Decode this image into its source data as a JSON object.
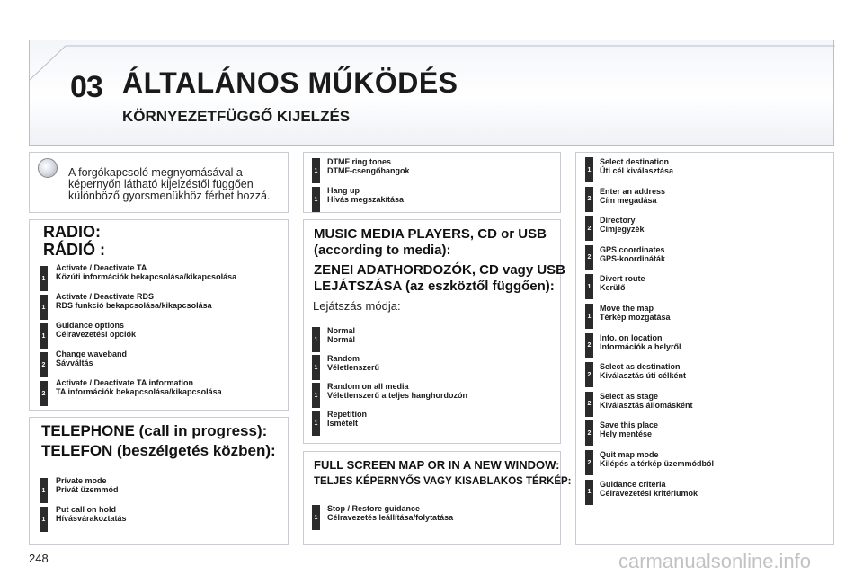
{
  "page": {
    "number": "248",
    "watermark": "carmanualsonline.info"
  },
  "header": {
    "chapter": "03",
    "title": "ÁLTALÁNOS MŰKÖDÉS",
    "subtitle": "KÖRNYEZETFÜGGŐ KIJELZÉS"
  },
  "intro": {
    "icon": "rotary-knob-icon",
    "text": "A forgókapcsoló megnyomásával a képernyőn látható kijelzéstől függően különböző gyorsmenükhöz férhet hozzá."
  },
  "radio": {
    "heading_en": "RADIO:",
    "heading_hu": "RÁDIÓ :",
    "items": [
      {
        "level": "1",
        "en": "Activate / Deactivate TA",
        "hu": "Közúti információk bekapcsolása/kikapcsolása"
      },
      {
        "level": "1",
        "en": "Activate / Deactivate RDS",
        "hu": "RDS funkció bekapcsolása/kikapcsolása"
      },
      {
        "level": "1",
        "en": "Guidance options",
        "hu": "Célravezetési opciók"
      },
      {
        "level": "2",
        "en": "Change waveband",
        "hu": "Sávváltás"
      },
      {
        "level": "2",
        "en": "Activate / Deactivate TA information",
        "hu": "TA információk bekapcsolása/kikapcsolása"
      }
    ]
  },
  "telephone": {
    "heading_en": "TELEPHONE (call in progress):",
    "heading_hu": "TELEFON (beszélgetés közben):",
    "items": [
      {
        "level": "1",
        "en": "Private mode",
        "hu": "Privát üzemmód"
      },
      {
        "level": "1",
        "en": "Put call on hold",
        "hu": "Hívásvárakoztatás"
      }
    ]
  },
  "call_items": [
    {
      "level": "1",
      "en": "DTMF ring tones",
      "hu": "DTMF-csengőhangok"
    },
    {
      "level": "1",
      "en": "Hang up",
      "hu": "Hívás megszakítása"
    }
  ],
  "media": {
    "heading_en_1": "MUSIC MEDIA PLAYERS, CD or USB",
    "heading_en_2": "(according to media):",
    "heading_hu_1": "ZENEI ADATHORDOZÓK, CD vagy USB",
    "heading_hu_2": "LEJÁTSZÁSA (az eszköztől függően):",
    "mode_label": "Lejátszás módja:",
    "items": [
      {
        "level": "1",
        "en": "Normal",
        "hu": "Normál"
      },
      {
        "level": "1",
        "en": "Random",
        "hu": "Véletlenszerű"
      },
      {
        "level": "1",
        "en": "Random on all media",
        "hu": "Véletlenszerű a teljes hanghordozón"
      },
      {
        "level": "1",
        "en": "Repetition",
        "hu": "Ismételt"
      }
    ]
  },
  "fullscreen": {
    "heading_en": "FULL SCREEN MAP OR IN A NEW WINDOW:",
    "heading_hu": "TELJES KÉPERNYŐS VAGY KISABLAKOS TÉRKÉP:",
    "items": [
      {
        "level": "1",
        "en": "Stop / Restore guidance",
        "hu": "Célravezetés leállítása/folytatása"
      }
    ]
  },
  "map_items": [
    {
      "level": "1",
      "en": "Select destination",
      "hu": "Úti cél kiválasztása"
    },
    {
      "level": "2",
      "en": "Enter an address",
      "hu": "Cím megadása"
    },
    {
      "level": "2",
      "en": "Directory",
      "hu": "Címjegyzék"
    },
    {
      "level": "2",
      "en": "GPS coordinates",
      "hu": "GPS-koordináták"
    },
    {
      "level": "1",
      "en": "Divert route",
      "hu": "Kerülő"
    },
    {
      "level": "1",
      "en": "Move the map",
      "hu": "Térkép mozgatása"
    },
    {
      "level": "2",
      "en": "Info. on location",
      "hu": "Információk a helyről"
    },
    {
      "level": "2",
      "en": "Select as destination",
      "hu": "Kiválasztás úti célként"
    },
    {
      "level": "2",
      "en": "Select as stage",
      "hu": "Kiválasztás állomásként"
    },
    {
      "level": "2",
      "en": "Save this place",
      "hu": "Hely mentése"
    },
    {
      "level": "2",
      "en": "Quit map mode",
      "hu": "Kilépés a térkép üzemmódból"
    },
    {
      "level": "1",
      "en": "Guidance criteria",
      "hu": "Célravezetési kritériumok"
    }
  ],
  "colors": {
    "badge": "#2b2b2b",
    "border": "#c9ccd3",
    "header_border": "#b8bfcc"
  }
}
